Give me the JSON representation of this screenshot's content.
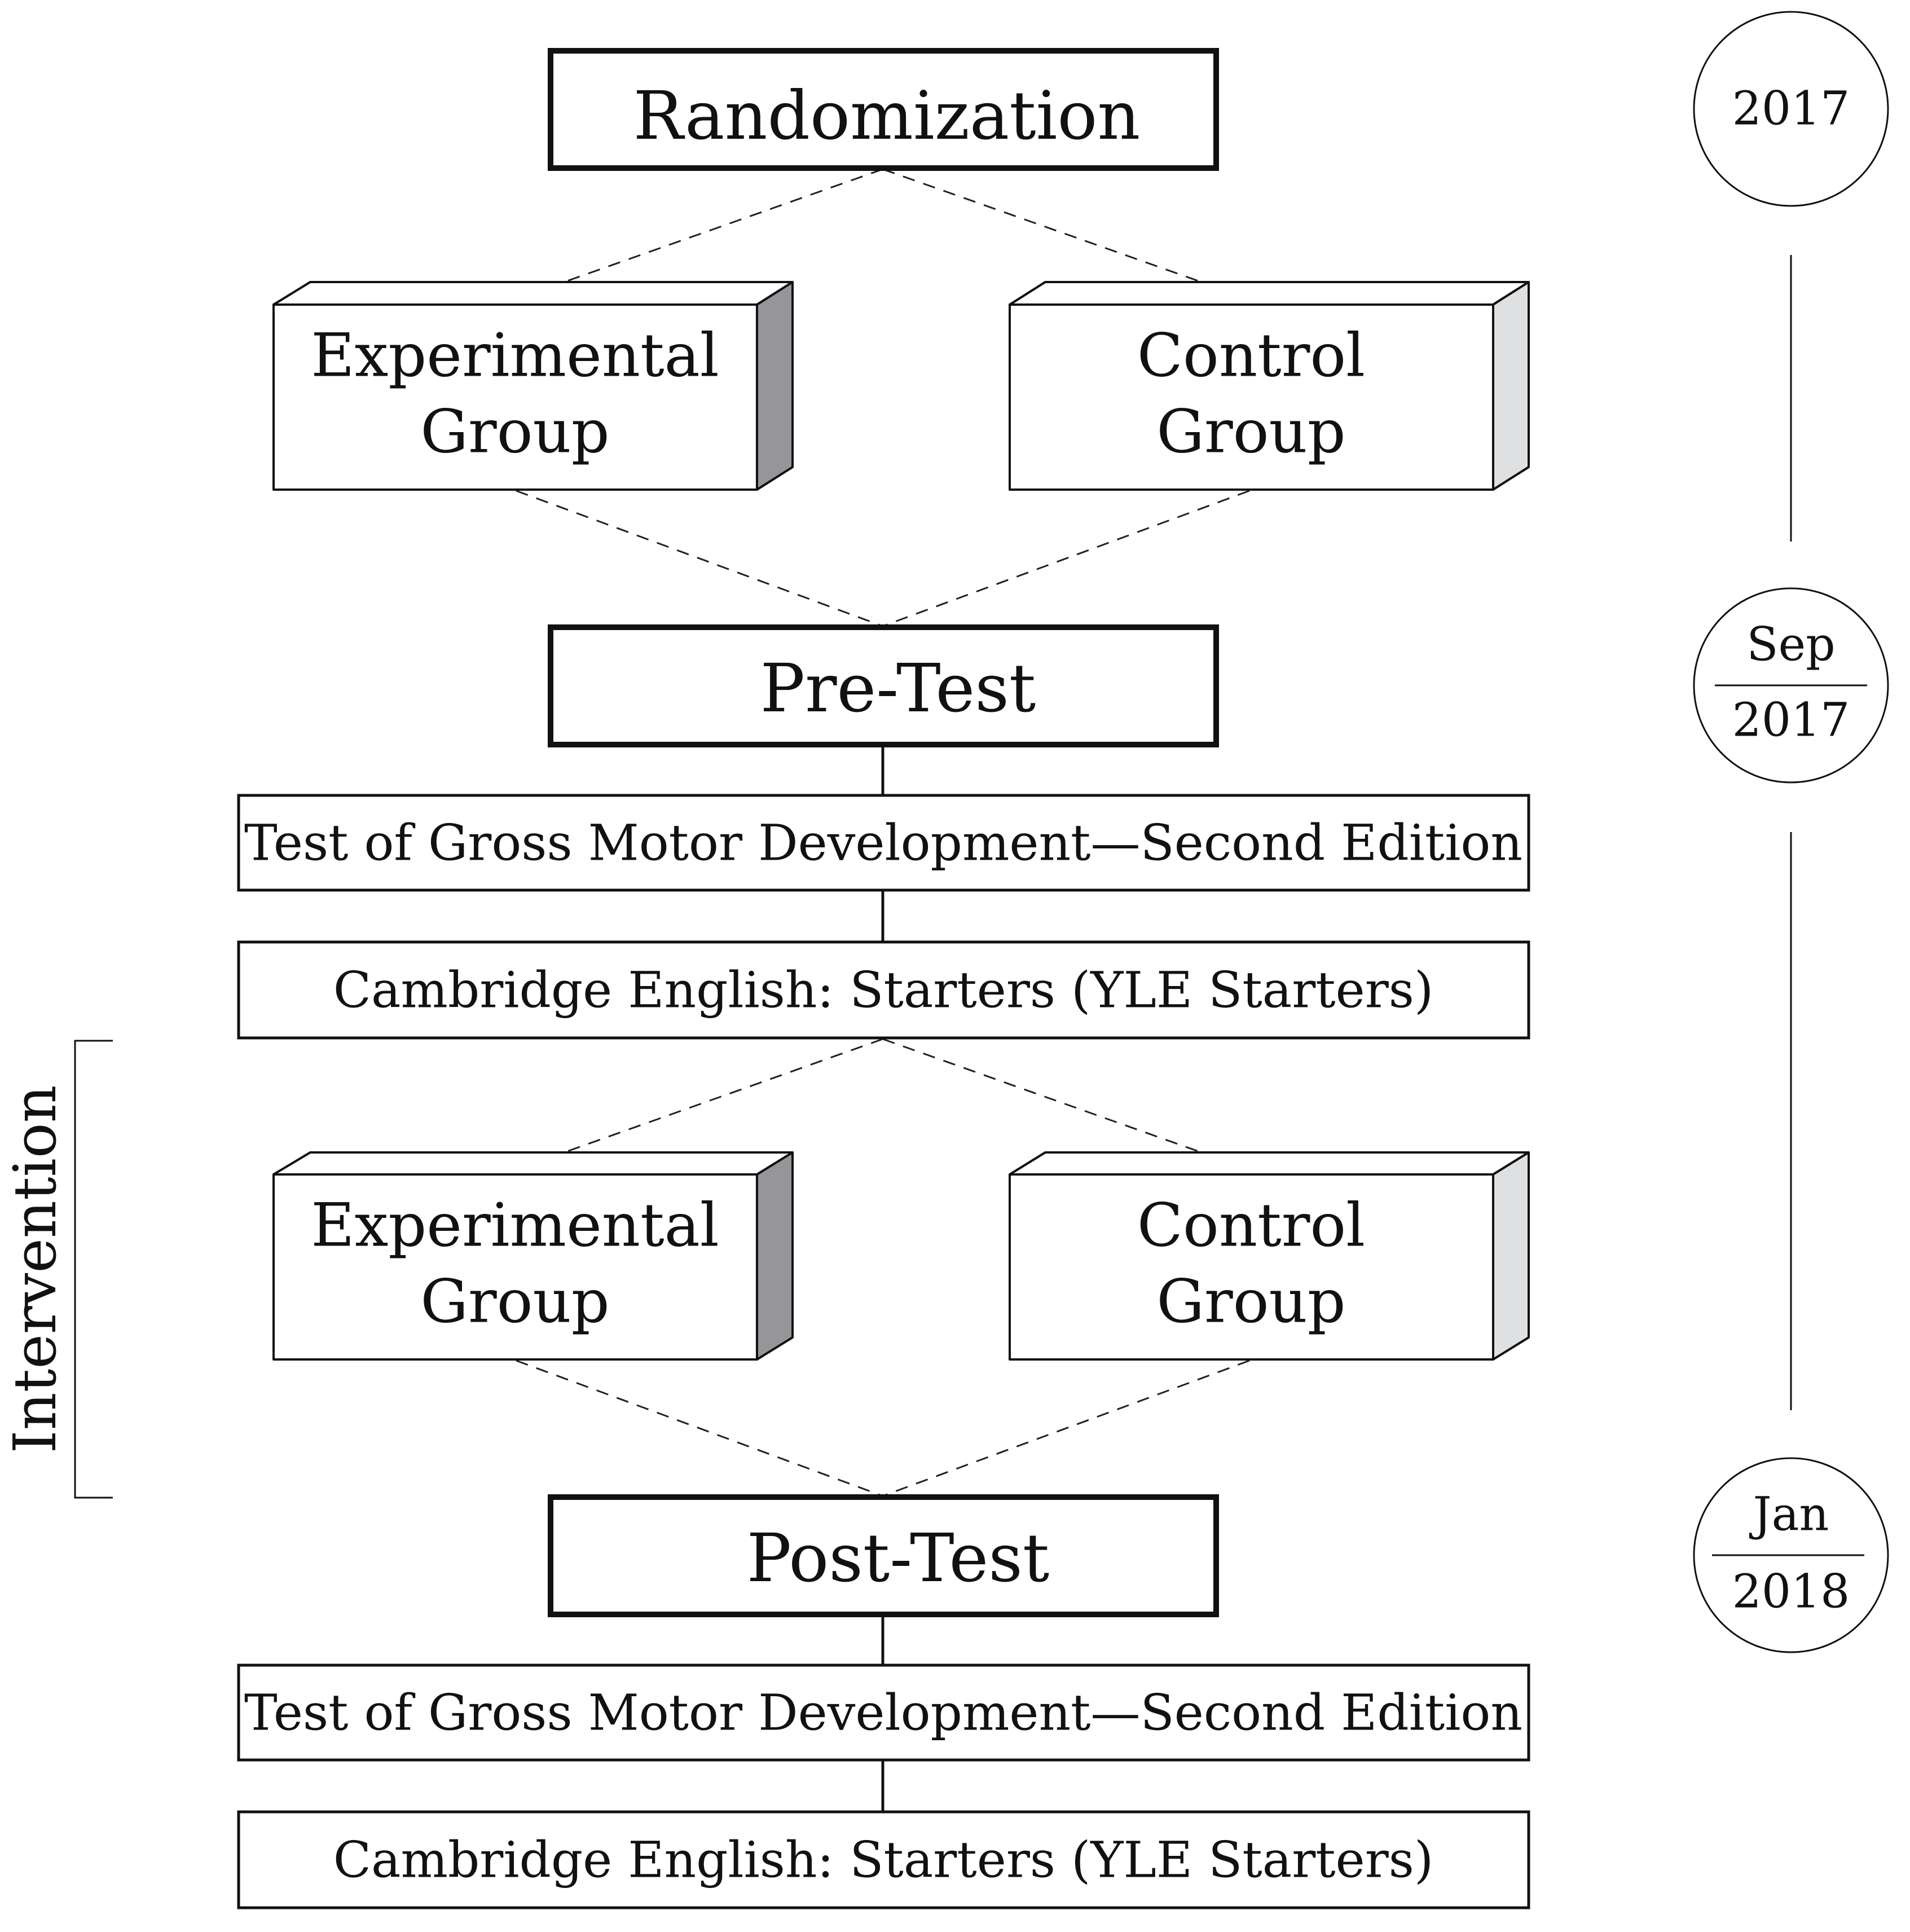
{
  "title": "Randomization",
  "groups": {
    "experimental": {
      "line1": "Experimental",
      "line2": "Group"
    },
    "control": {
      "line1": "Control",
      "line2": "Group"
    }
  },
  "pre_test": {
    "label": "Pre-Test",
    "tests": [
      "Test of Gross Motor Development—Second Edition",
      "Cambridge English: Starters (YLE Starters)"
    ]
  },
  "post_test": {
    "label": "Post-Test",
    "tests": [
      "Test of Gross Motor Development—Second Edition",
      "Cambridge English: Starters (YLE Starters)"
    ]
  },
  "intervention_label": "Intervention",
  "timeline": [
    {
      "top": "2017",
      "bottom": ""
    },
    {
      "top": "Sep",
      "bottom": "2017"
    },
    {
      "top": "Jan",
      "bottom": "2018"
    }
  ],
  "colors": {
    "experimental_side": "#96969a",
    "control_side": "#dfe0e2",
    "outline": "#111111"
  }
}
